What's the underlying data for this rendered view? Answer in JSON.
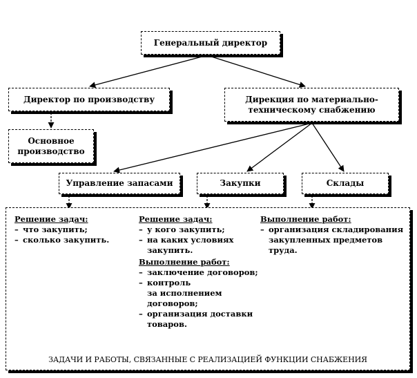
{
  "nodes": {
    "ceo": "Генеральный директор",
    "production_director": "Директор по производству",
    "main_production": "Основное\nпроизводство",
    "supply_directorate": "Дирекция по материально-\nтехническому снабжению",
    "inventory_management": "Управление запасами",
    "purchasing": "Закупки",
    "warehouses": "Склады"
  },
  "panel": {
    "col1": {
      "heading": "Решение задач:",
      "items": [
        "что закупить;",
        "сколько закупить."
      ]
    },
    "col2": {
      "heading": "Решение задач:",
      "items": [
        "у кого закупить;",
        "на каких условиях\nзакупить."
      ],
      "heading2": "Выполнение работ:",
      "items2": [
        "заключение договоров;",
        "контроль\nза исполнением\nдоговоров;",
        "организация доставки\nтоваров."
      ]
    },
    "col3": {
      "heading": "Выполнение работ:",
      "items": [
        "организация складирования\nзакупленных предметов\nтруда."
      ]
    },
    "caption": "ЗАДАЧИ И РАБОТЫ, СВЯЗАННЫЕ С РЕАЛИЗАЦИЕЙ ФУНКЦИИ СНАБЖЕНИЯ"
  },
  "dash": "–"
}
